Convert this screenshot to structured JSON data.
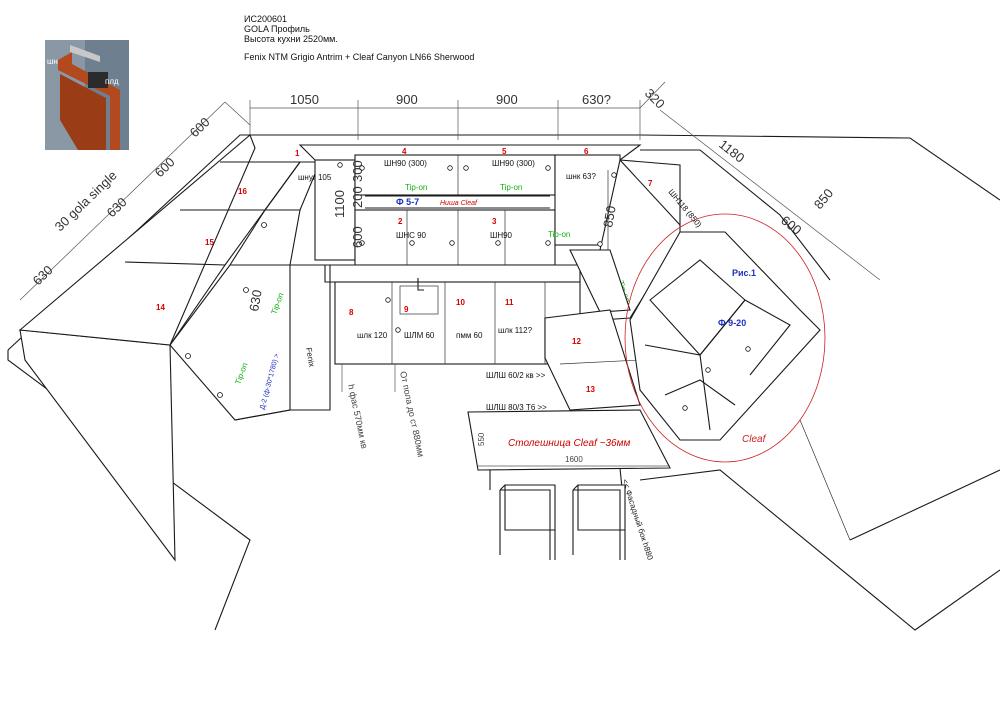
{
  "header": {
    "line1": "ИС200601",
    "line2": "GOLA Профиль",
    "line3": "Высота кухни 2520мм.",
    "line4": "Fenix NTM Grigio Antrim + Cleaf Canyon LN66 Sherwood"
  },
  "inset": {
    "label_left": "шн",
    "label_right": "плд"
  },
  "dimensions": {
    "top": [
      "1050",
      "900",
      "900",
      "630?",
      "320"
    ],
    "left": [
      "600",
      "600",
      "630",
      "30 gola single",
      "630"
    ],
    "right": [
      "1180",
      "600",
      "850"
    ],
    "vertical": [
      "300",
      "200",
      "1100",
      "600",
      "850",
      "630"
    ],
    "table_depth": "550",
    "table_width": "1600"
  },
  "modules": [
    "1",
    "2",
    "3",
    "4",
    "5",
    "6",
    "7",
    "8",
    "9",
    "10",
    "11",
    "12",
    "13",
    "14",
    "15",
    "16"
  ],
  "cabinet_labels": {
    "shnug": "шнуг 105",
    "shn90_a": "ШН90 (300)",
    "shn90_b": "ШН90 (300)",
    "shnk": "шнк 63?",
    "shns": "ШНС 90",
    "shn90_c": "ШН90",
    "shn118": "ШН118 (850)",
    "shlk120": "шлк 120",
    "shlm60": "ШЛМ 60",
    "pmm60": "пмм 60",
    "shlk112": "шлк 112?",
    "shlsh60": "ШЛШ 60/2 кв >>",
    "shlsh80": "ШЛШ 80/3 Т6 >>",
    "fenix": "Fenix",
    "d2": "Д-2 (ф-30*1780) >",
    "h_fas": "h фас 570мм кв",
    "ot_pola": "От пола до ст 880мм",
    "fas_bok": "<< Фасадный бок h880"
  },
  "tip_on": [
    "Tip-on",
    "Tip-on",
    "Tip-on",
    "Tip-on",
    "Tip-on",
    "Tip-on"
  ],
  "notes": {
    "f57": "Ф 5-7",
    "nisha": "Ниша Cleaf",
    "ris1": "Рис.1",
    "f920": "Ф 9-20",
    "cleaf": "Cleaf",
    "countertop": "Столешница Cleaf ~36мм"
  },
  "colors": {
    "red": "#d40000",
    "green": "#10b010",
    "blue": "#1a2fbf",
    "line": "#1a1a1a"
  }
}
